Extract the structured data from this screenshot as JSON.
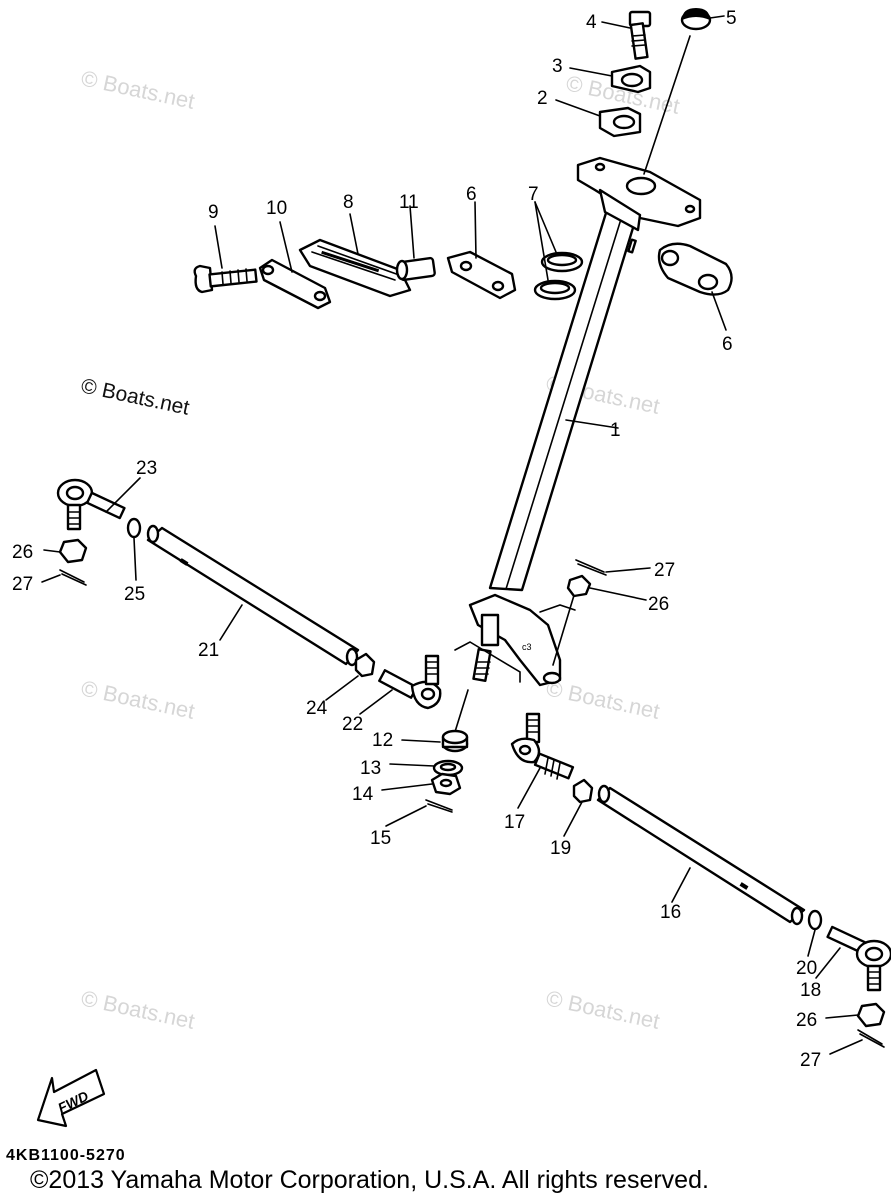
{
  "watermarks": {
    "faint": "© Boats.net",
    "prominent": "© Boats.net"
  },
  "callouts": {
    "c1": "1",
    "c2": "2",
    "c3": "3",
    "c4": "4",
    "c5": "5",
    "c6a": "6",
    "c6b": "6",
    "c7": "7",
    "c8": "8",
    "c9": "9",
    "c10": "10",
    "c11": "11",
    "c12": "12",
    "c13": "13",
    "c14": "14",
    "c15": "15",
    "c16": "16",
    "c17": "17",
    "c18": "18",
    "c19": "19",
    "c20": "20",
    "c21": "21",
    "c22": "22",
    "c23": "23",
    "c24": "24",
    "c25": "25",
    "c26a": "26",
    "c26b": "26",
    "c26c": "26",
    "c27a": "27",
    "c27b": "27",
    "c27c": "27"
  },
  "fwd_arrow": "FWD",
  "diagram_code": "4KB1100-5270",
  "copyright": "©2013 Yamaha Motor Corporation, U.S.A. All rights reserved."
}
